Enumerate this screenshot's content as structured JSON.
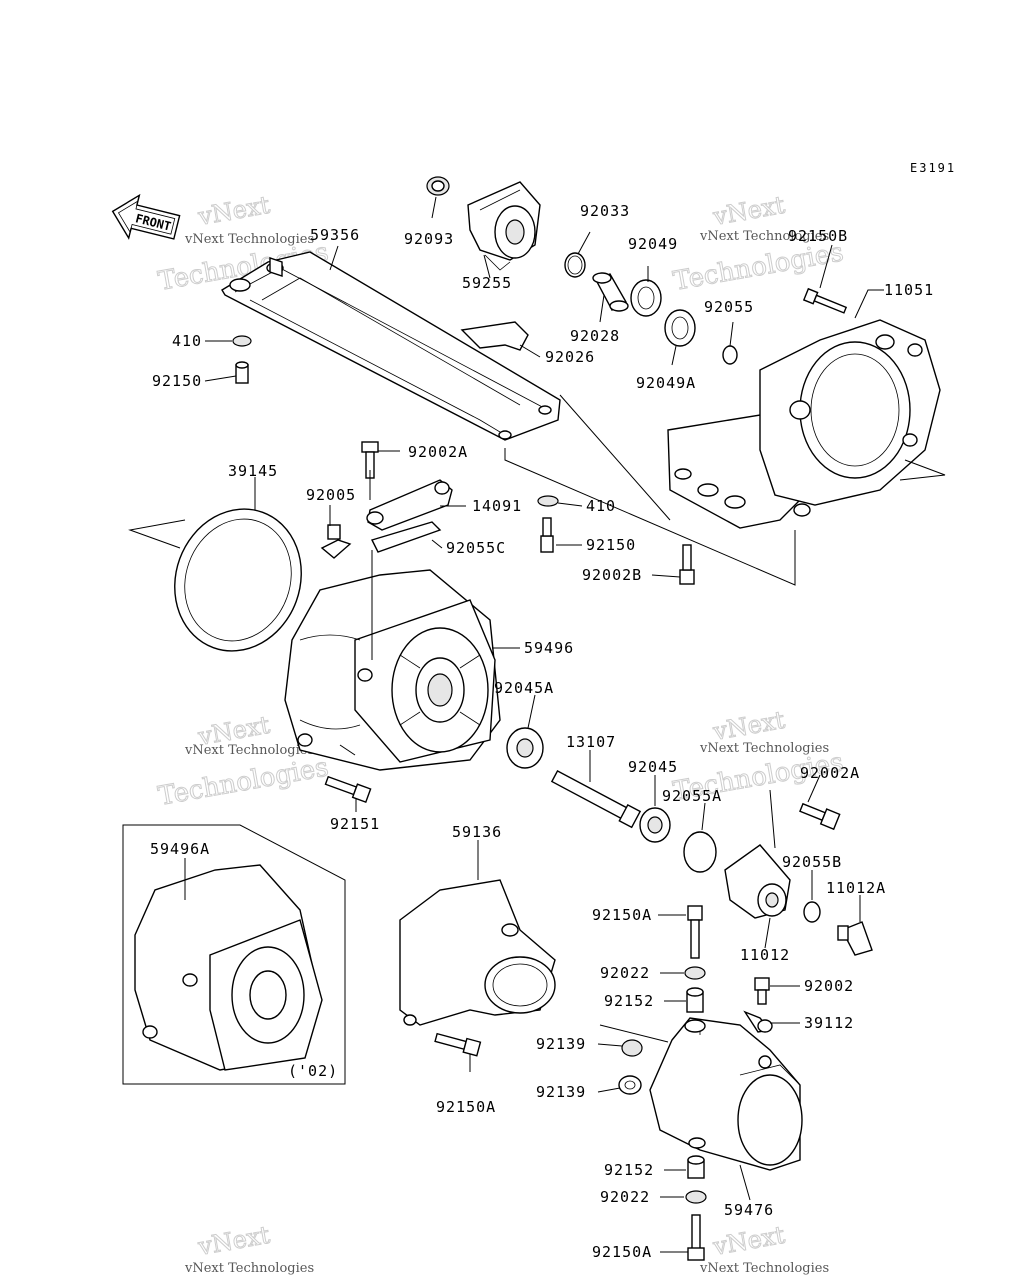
{
  "diagram": {
    "code": "E3191",
    "front_label": "FRONT",
    "variant_note": "('02)",
    "watermark_text": "vNext Technologies",
    "watermark_big_1": "vNext",
    "watermark_big_2": "Technologies"
  },
  "labels": {
    "l_59356": "59356",
    "l_92093": "92093",
    "l_59255": "59255",
    "l_92033": "92033",
    "l_92049": "92049",
    "l_92150B": "92150B",
    "l_11051": "11051",
    "l_410_a": "410",
    "l_92150_a": "92150",
    "l_92026": "92026",
    "l_92028": "92028",
    "l_92055": "92055",
    "l_92049A": "92049A",
    "l_92002A_a": "92002A",
    "l_39145": "39145",
    "l_92005": "92005",
    "l_14091": "14091",
    "l_410_b": "410",
    "l_92055C": "92055C",
    "l_92150_b": "92150",
    "l_92002B": "92002B",
    "l_59496": "59496",
    "l_92045A": "92045A",
    "l_13107": "13107",
    "l_92045": "92045",
    "l_92055A": "92055A",
    "l_92002A_b": "92002A",
    "l_92151": "92151",
    "l_59136": "59136",
    "l_59496A": "59496A",
    "l_92055B": "92055B",
    "l_11012A": "11012A",
    "l_92150A_a": "92150A",
    "l_11012": "11012",
    "l_92022_a": "92022",
    "l_92002": "92002",
    "l_92152_a": "92152",
    "l_39112": "39112",
    "l_92139_a": "92139",
    "l_92150A_b": "92150A",
    "l_92139_b": "92139",
    "l_92152_b": "92152",
    "l_59476": "59476",
    "l_92022_b": "92022",
    "l_92150A_c": "92150A"
  }
}
